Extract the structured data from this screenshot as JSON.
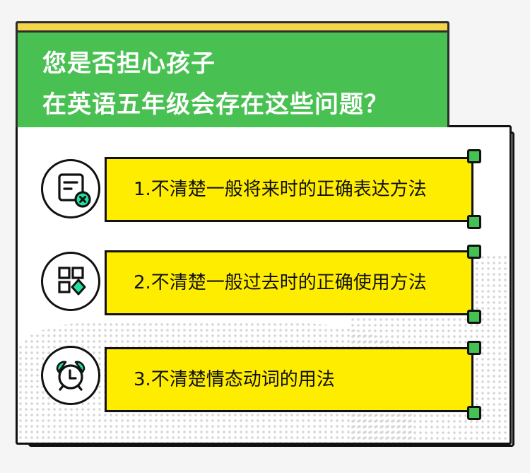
{
  "header": {
    "title_line1": "您是否担心孩子",
    "title_line2": "在英语五年级会存在这些问题？"
  },
  "items": [
    {
      "label": "1.不清楚一般将来时的正确表达方法",
      "icon": "document-error-icon"
    },
    {
      "label": "2.不清楚一般过去时的正确使用方法",
      "icon": "apps-grid-icon"
    },
    {
      "label": "3.不清楚情态动词的用法",
      "icon": "alarm-clock-icon"
    }
  ],
  "colors": {
    "background": "#f5f5f5",
    "header_green": "#49c152",
    "header_strip": "#f5d64a",
    "bar_yellow": "#ffed00",
    "corner_green": "#44c152",
    "icon_accent": "#20e0a0",
    "shadow_peach": "#fde6d8",
    "outline": "#111111"
  }
}
